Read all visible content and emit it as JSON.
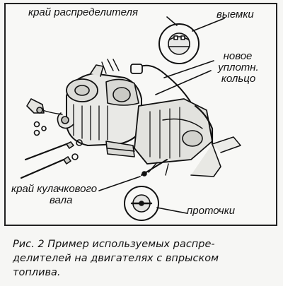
{
  "labels": {
    "distributor_edge": "край распределителя",
    "notches": "выемки",
    "new_seal_line1": "новое",
    "new_seal_line2": "уплотн.",
    "new_seal_line3": "кольцо",
    "cam_edge_line1": "край кулачкового",
    "cam_edge_line2": "вала",
    "grooves": "проточки"
  },
  "caption": {
    "line1": "Рис. 2 Пример используемых распре-",
    "line2": "делителей на двигателях с впрыском",
    "line3": "топлива."
  }
}
